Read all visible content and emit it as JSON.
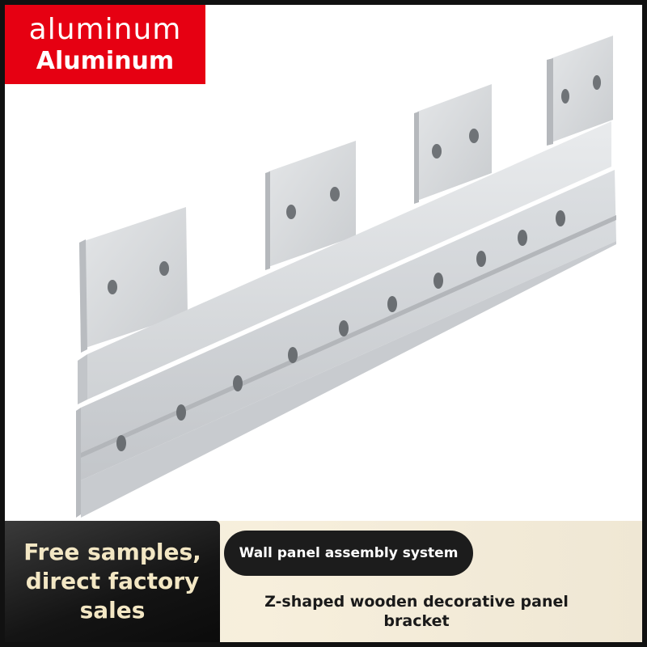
{
  "badge": {
    "line1": "aluminum",
    "line2": "Aluminum"
  },
  "promo": {
    "line1": "Free samples,",
    "line2": "direct factory",
    "line3": "sales"
  },
  "pill": {
    "label": "Wall panel assembly system"
  },
  "description": {
    "line1": "Z-shaped wooden decorative panel",
    "line2": "bracket"
  },
  "colors": {
    "badge_red": "#e60012",
    "promo_gold": "#f3e7c4",
    "dark_panel": "#141414",
    "cream": "#f3ede0"
  }
}
